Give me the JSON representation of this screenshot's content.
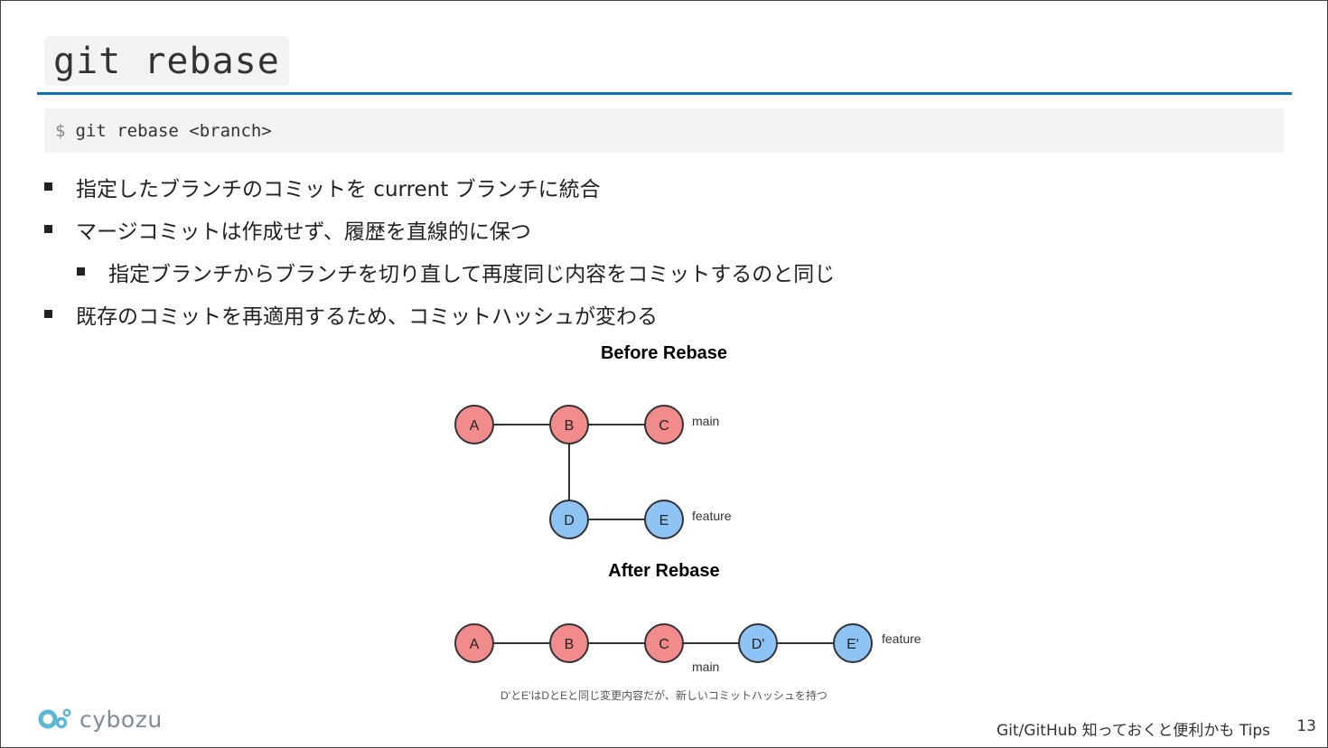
{
  "slide": {
    "title": "git rebase",
    "code": {
      "prompt": "$",
      "command": "git rebase <branch>"
    },
    "bullets": [
      {
        "text": "指定したブランチのコミットを current ブランチに統合",
        "level": 1
      },
      {
        "text": "マージコミットは作成せず、履歴を直線的に保つ",
        "level": 1
      },
      {
        "text": "指定ブランチからブランチを切り直して再度同じ内容をコミットするのと同じ",
        "level": 2
      },
      {
        "text": "既存のコミットを再適用するため、コミットハッシュが変わる",
        "level": 1
      }
    ]
  },
  "diagram": {
    "colors": {
      "main": "#f28b8b",
      "feature": "#8ec3f5",
      "stroke": "#333333"
    },
    "before": {
      "title": "Before Rebase",
      "commits": [
        {
          "id": "A",
          "branch": "main"
        },
        {
          "id": "B",
          "branch": "main"
        },
        {
          "id": "C",
          "branch": "main"
        },
        {
          "id": "D",
          "branch": "feature"
        },
        {
          "id": "E",
          "branch": "feature"
        }
      ],
      "edges": [
        [
          "A",
          "B"
        ],
        [
          "B",
          "C"
        ],
        [
          "B",
          "D"
        ],
        [
          "D",
          "E"
        ]
      ],
      "labels": {
        "main": "main",
        "feature": "feature"
      }
    },
    "after": {
      "title": "After Rebase",
      "commits": [
        {
          "id": "A",
          "branch": "main"
        },
        {
          "id": "B",
          "branch": "main"
        },
        {
          "id": "C",
          "branch": "main"
        },
        {
          "id": "D'",
          "branch": "feature"
        },
        {
          "id": "E'",
          "branch": "feature"
        }
      ],
      "edges": [
        [
          "A",
          "B"
        ],
        [
          "B",
          "C"
        ],
        [
          "C",
          "D'"
        ],
        [
          "D'",
          "E'"
        ]
      ],
      "labels": {
        "main": "main",
        "feature": "feature"
      }
    },
    "caption": "D'とE'はDとEと同じ変更内容だが、新しいコミットハッシュを持つ"
  },
  "footer": {
    "logo_text": "cybozu",
    "title": "Git/GitHub 知っておくと便利かも Tips",
    "page": "13"
  }
}
